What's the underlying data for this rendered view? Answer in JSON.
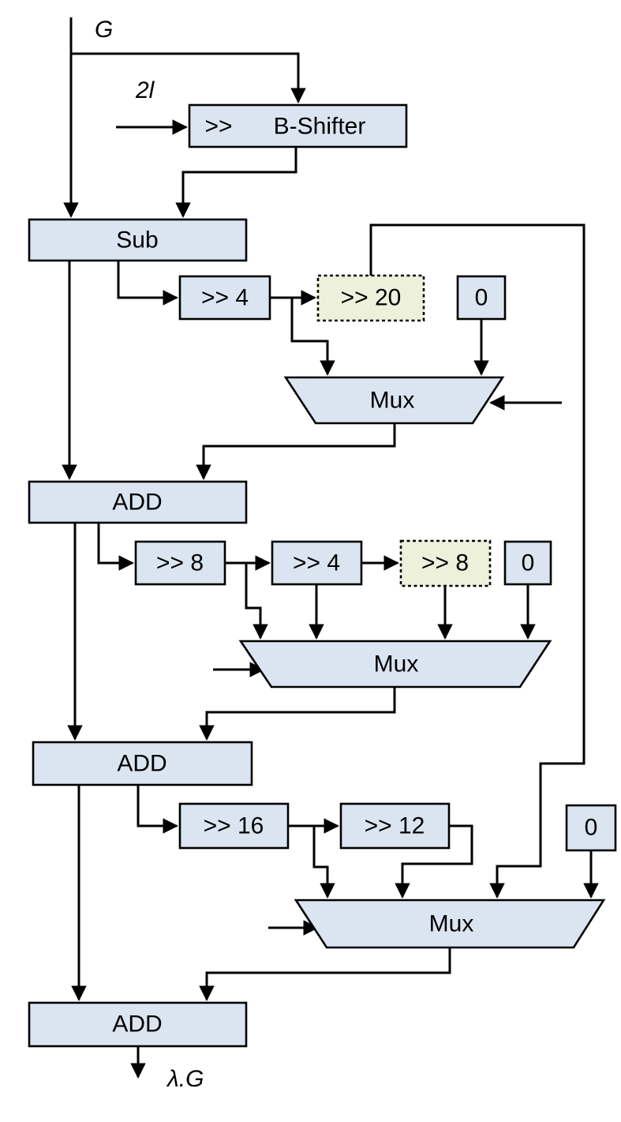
{
  "colors": {
    "background": "#ffffff",
    "box_fill": "#dbe5f1",
    "dashed_fill": "#edf1dc",
    "stroke": "#000000"
  },
  "labels": {
    "input_signal": "G",
    "shift_amount": "2l",
    "output_signal": "λ.G"
  },
  "blocks": {
    "b_shifter_prefix": ">>",
    "b_shifter": "B-Shifter",
    "sub": "Sub",
    "shift4_a": ">> 4",
    "shift20": ">> 20",
    "zero1": "0",
    "mux1": "Mux",
    "add1": "ADD",
    "shift8_a": ">> 8",
    "shift4_b": ">> 4",
    "shift8_b": ">> 8",
    "zero2": "0",
    "mux2": "Mux",
    "add2": "ADD",
    "shift16": ">> 16",
    "shift12": ">> 12",
    "zero3": "0",
    "mux3": "Mux",
    "add3": "ADD"
  }
}
